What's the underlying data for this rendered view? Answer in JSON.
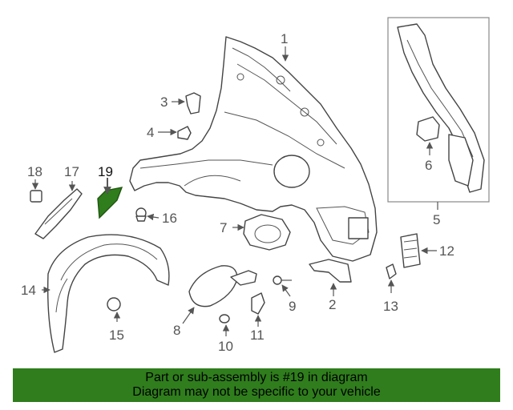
{
  "callouts": [
    {
      "number": "1"
    },
    {
      "number": "2"
    },
    {
      "number": "3"
    },
    {
      "number": "4"
    },
    {
      "number": "5"
    },
    {
      "number": "6"
    },
    {
      "number": "7"
    },
    {
      "number": "8"
    },
    {
      "number": "9"
    },
    {
      "number": "10"
    },
    {
      "number": "11"
    },
    {
      "number": "12"
    },
    {
      "number": "13"
    },
    {
      "number": "14"
    },
    {
      "number": "15"
    },
    {
      "number": "16"
    },
    {
      "number": "17"
    },
    {
      "number": "18"
    },
    {
      "number": "19"
    }
  ],
  "highlight": {
    "part_number": "19",
    "color": "#2f7d1c"
  },
  "banner": {
    "line1": "Part or sub-assembly is #19 in diagram",
    "line2": "Diagram may not be specific to your vehicle",
    "background": "#2f7d1c"
  }
}
